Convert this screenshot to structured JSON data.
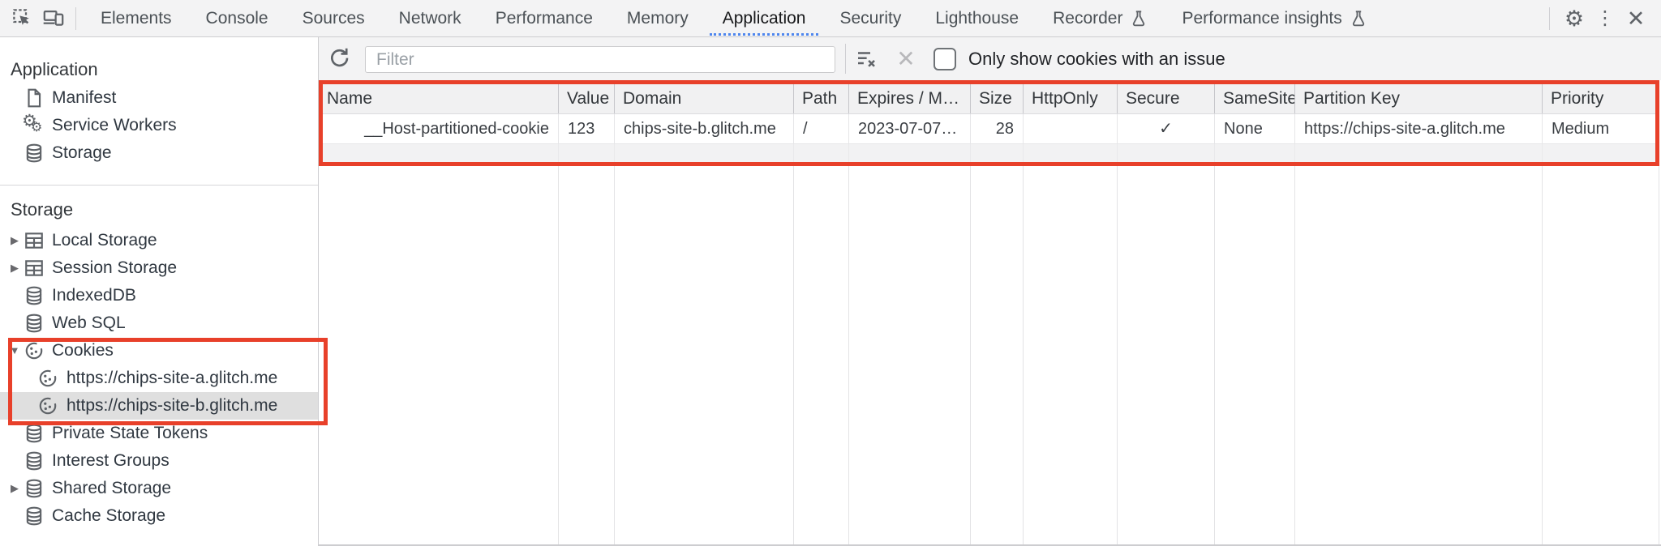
{
  "colors": {
    "annotation_red": "#e8402a",
    "tab_blue": "#4e86ee",
    "selected_item_bg": "#dfdfdf"
  },
  "icons": {
    "tri_right": "▶",
    "tri_down": "▼",
    "gear": "⚙",
    "gear_small": "⚙",
    "kebab": "⋮",
    "close": "✕",
    "x_dim": "✕"
  },
  "tabbar": {
    "tabs": [
      {
        "label": "Elements"
      },
      {
        "label": "Console"
      },
      {
        "label": "Sources"
      },
      {
        "label": "Network"
      },
      {
        "label": "Performance"
      },
      {
        "label": "Memory"
      },
      {
        "label": "Application",
        "active": true
      },
      {
        "label": "Security"
      },
      {
        "label": "Lighthouse"
      },
      {
        "label": "Recorder",
        "flask": true
      },
      {
        "label": "Performance insights",
        "flask": true
      }
    ]
  },
  "sidebar": {
    "app_section_title": "Application",
    "app_items": [
      {
        "label": "Manifest"
      },
      {
        "label": "Service Workers"
      },
      {
        "label": "Storage"
      }
    ],
    "storage_section_title": "Storage",
    "storage_items": [
      {
        "label": "Local Storage"
      },
      {
        "label": "Session Storage"
      },
      {
        "label": "IndexedDB"
      },
      {
        "label": "Web SQL"
      },
      {
        "label": "Cookies"
      },
      {
        "label": "https://chips-site-a.glitch.me"
      },
      {
        "label": "https://chips-site-b.glitch.me",
        "selected": true
      },
      {
        "label": "Private State Tokens"
      },
      {
        "label": "Interest Groups"
      },
      {
        "label": "Shared Storage"
      },
      {
        "label": "Cache Storage"
      }
    ]
  },
  "toolbar": {
    "filter_placeholder": "Filter",
    "only_issue_label": "Only show cookies with an issue"
  },
  "table": {
    "columns": [
      "Name",
      "Value",
      "Domain",
      "Path",
      "Expires / M…",
      "Size",
      "HttpOnly",
      "Secure",
      "SameSite",
      "Partition Key",
      "Priority"
    ],
    "rows": [
      [
        "__Host-partitioned-cookie",
        "123",
        "chips-site-b.glitch.me",
        "/",
        "2023-07-07…",
        "28",
        "",
        "✓",
        "None",
        "https://chips-site-a.glitch.me",
        "Medium"
      ]
    ]
  }
}
